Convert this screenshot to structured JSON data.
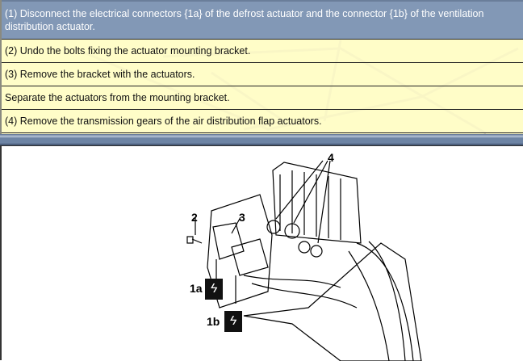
{
  "steps": [
    "(1) Disconnect the electrical connectors {1a} of the defrost actuator and the connector {1b} of the ventilation distribution actuator.",
    "(2) Undo the bolts fixing the actuator mounting bracket.",
    "(3) Remove the bracket with the actuators.",
    "Separate the actuators from the mounting bracket.",
    "(4) Remove the transmission gears of the air distribution flap actuators."
  ],
  "figure": {
    "labels": {
      "l1a": "1a",
      "l1b": "1b",
      "l2": "2",
      "l3": "3",
      "l4": "4"
    },
    "connector_icon": "lightning-icon",
    "connector_glyph": "ϟ"
  }
}
